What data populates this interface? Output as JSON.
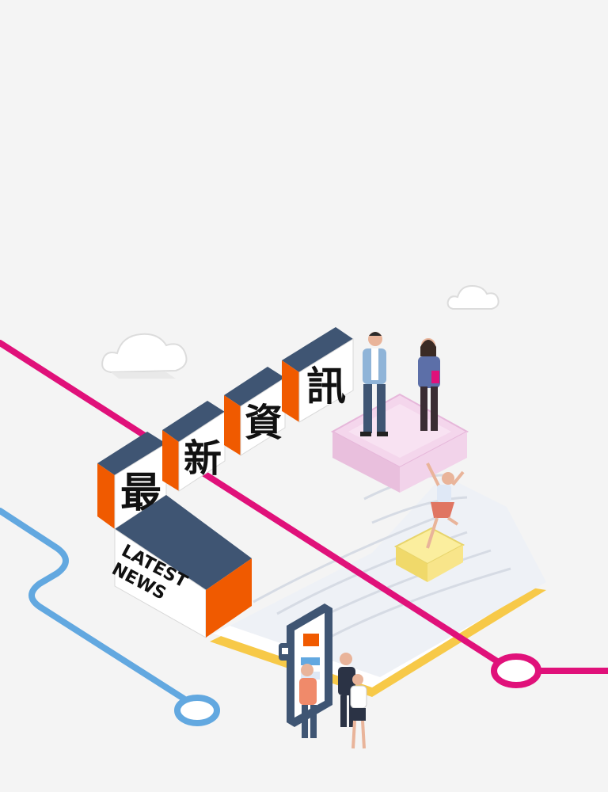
{
  "headline": {
    "characters": [
      "最",
      "新",
      "資",
      "訊"
    ],
    "subtitle_lines": [
      "LATEST",
      "NEWS"
    ]
  },
  "colors": {
    "background": "#f4f4f4",
    "accent_orange": "#f05a00",
    "block_top": "#3f5573",
    "line_magenta": "#e0117a",
    "line_blue": "#62a8e0",
    "platform_pink": "#f0c9e6",
    "platform_yellow": "#f7e58a",
    "book_edge": "#f7c948"
  },
  "icons": [
    "cloud-icon",
    "smartphone-icon",
    "thumbs-up-icon",
    "open-book-icon"
  ]
}
